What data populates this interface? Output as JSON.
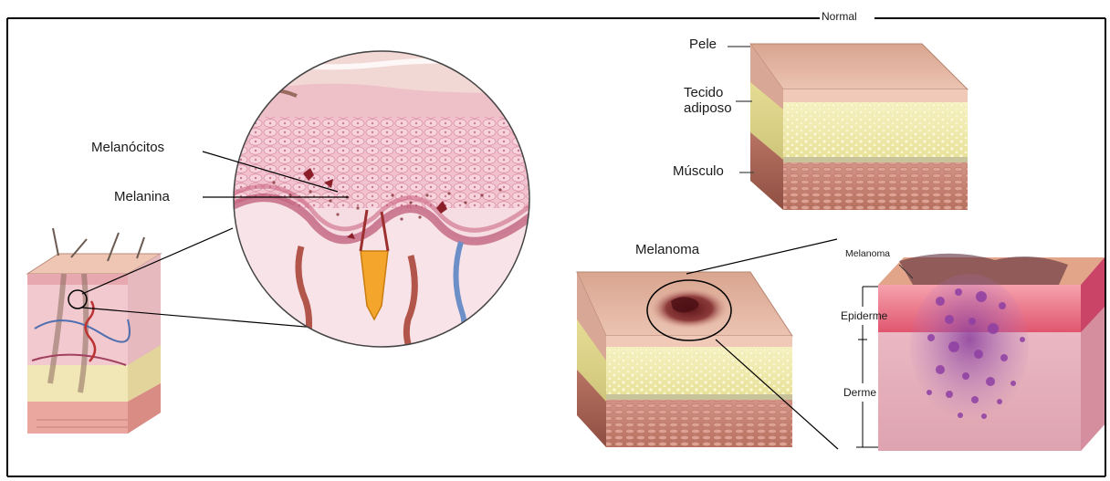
{
  "labels": {
    "normal": "Normal",
    "pele": "Pele",
    "tecido_line1": "Tecido",
    "tecido_line2": "adiposo",
    "musculo": "Músculo",
    "melanocitos": "Melanócitos",
    "melanina": "Melanina",
    "melanoma_block": "Melanoma",
    "melanoma_detail": "Melanoma",
    "epiderme": "Epiderme",
    "derme": "Derme"
  },
  "colors": {
    "frame": "#000000",
    "skin_top": "#e7b9a6",
    "adipose": "#f3eeb0",
    "muscle": "#c98575",
    "epidermis_pink": "#e87892",
    "dermis_pink": "#e6b2bc",
    "tumor_purple": "#9a4ea6",
    "cell_pink": "#e88aa5"
  },
  "icons": [
    "skin-block-icon",
    "magnified-epidermis-icon",
    "melanoma-cross-section-icon"
  ]
}
